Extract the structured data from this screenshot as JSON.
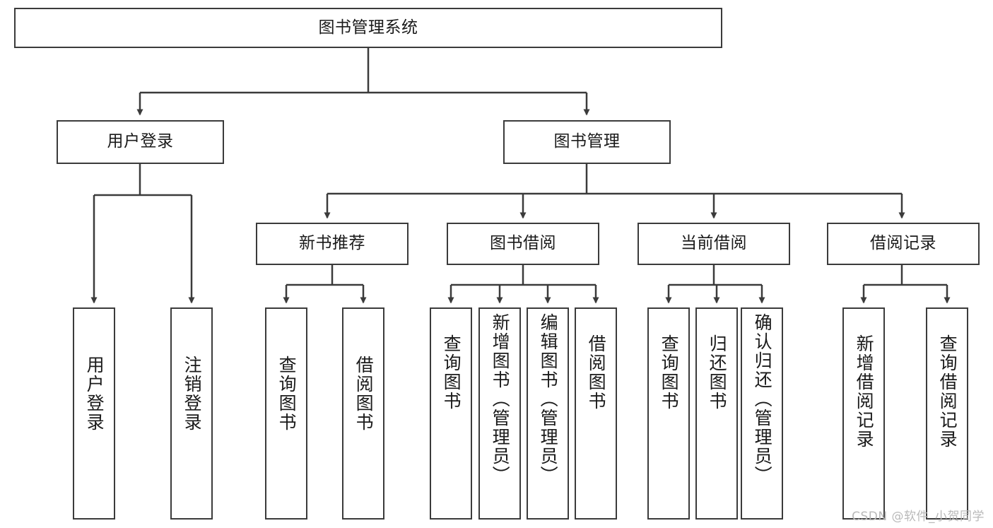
{
  "diagram": {
    "title": "图书管理系统",
    "type": "tree",
    "theme": {
      "border_color": "#3b3b3b",
      "background": "#ffffff",
      "text_color": "#1a1a1a",
      "edge_color": "#3b3b3b",
      "watermark_color": "#b9b9b9"
    },
    "levels": {
      "root": {
        "label": "图书管理系统"
      },
      "level2": [
        {
          "id": "user-login",
          "label": "用户登录"
        },
        {
          "id": "book-management",
          "label": "图书管理"
        }
      ],
      "level3": [
        {
          "id": "new-book-recommend",
          "label": "新书推荐",
          "parent": "book-management"
        },
        {
          "id": "book-borrow",
          "label": "图书借阅",
          "parent": "book-management"
        },
        {
          "id": "current-borrow",
          "label": "当前借阅",
          "parent": "book-management"
        },
        {
          "id": "borrow-record",
          "label": "借阅记录",
          "parent": "book-management"
        }
      ],
      "leaves": [
        {
          "id": "leaf-user-login",
          "label": "用户登录",
          "parent": "user-login"
        },
        {
          "id": "leaf-user-logout",
          "label": "注销登录",
          "parent": "user-login"
        },
        {
          "id": "leaf-query-book-1",
          "label": "查询图书",
          "parent": "new-book-recommend"
        },
        {
          "id": "leaf-borrow-book-1",
          "label": "借阅图书",
          "parent": "new-book-recommend"
        },
        {
          "id": "leaf-query-book-2",
          "label": "查询图书",
          "parent": "book-borrow"
        },
        {
          "id": "leaf-add-book",
          "label": "新增图书（管理员）",
          "parent": "book-borrow"
        },
        {
          "id": "leaf-edit-book",
          "label": "编辑图书（管理员）",
          "parent": "book-borrow"
        },
        {
          "id": "leaf-borrow-book-2",
          "label": "借阅图书",
          "parent": "book-borrow"
        },
        {
          "id": "leaf-query-book-3",
          "label": "查询图书",
          "parent": "current-borrow"
        },
        {
          "id": "leaf-return-book",
          "label": "归还图书",
          "parent": "current-borrow"
        },
        {
          "id": "leaf-confirm-return",
          "label": "确认归还（管理员）",
          "parent": "current-borrow"
        },
        {
          "id": "leaf-add-record",
          "label": "新增借阅记录",
          "parent": "borrow-record"
        },
        {
          "id": "leaf-query-record",
          "label": "查询借阅记录",
          "parent": "borrow-record"
        }
      ]
    },
    "watermark": "CSDN @软件_小贺同学"
  }
}
